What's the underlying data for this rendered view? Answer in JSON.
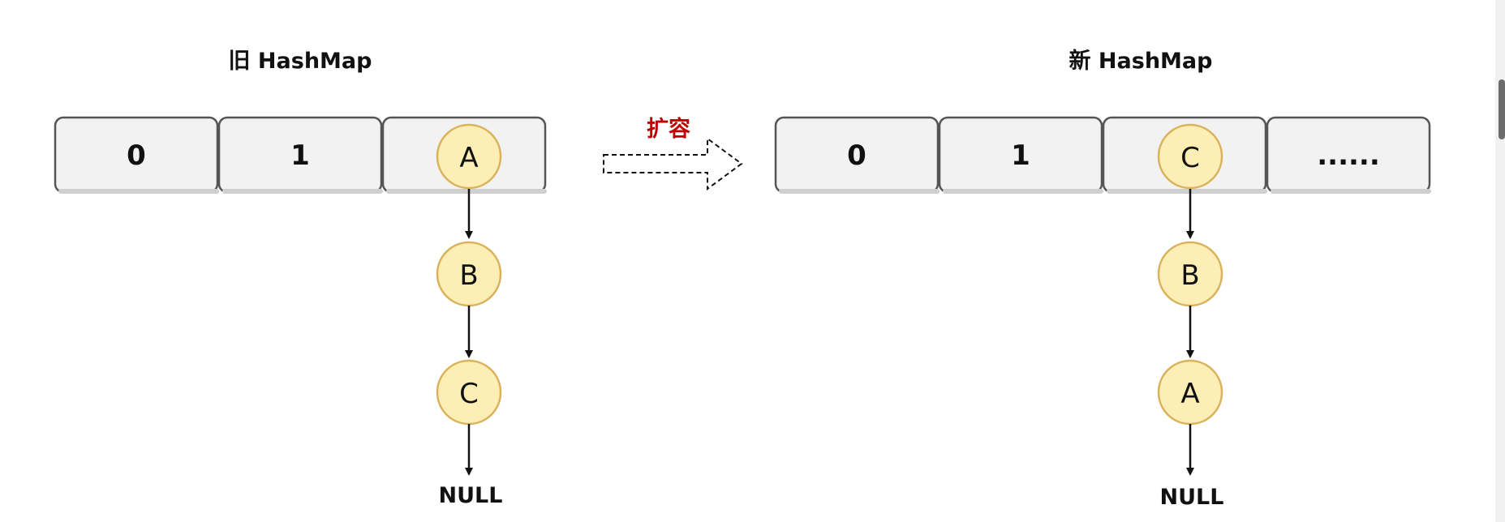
{
  "old_map": {
    "title": "旧 HashMap",
    "buckets": [
      "0",
      "1",
      "A"
    ],
    "chain": [
      "B",
      "C"
    ],
    "null_label": "NULL"
  },
  "new_map": {
    "title": "新 HashMap",
    "buckets": [
      "0",
      "1",
      "C",
      "......"
    ],
    "chain": [
      "B",
      "A"
    ],
    "null_label": "NULL"
  },
  "transition": {
    "label": "扩容"
  },
  "colors": {
    "cell_fill": "#f2f2f2",
    "cell_stroke": "#555555",
    "node_fill": "#fdeeb6",
    "node_stroke": "#d9b25a",
    "arrow": "#111111",
    "accent_red": "#c00000"
  }
}
